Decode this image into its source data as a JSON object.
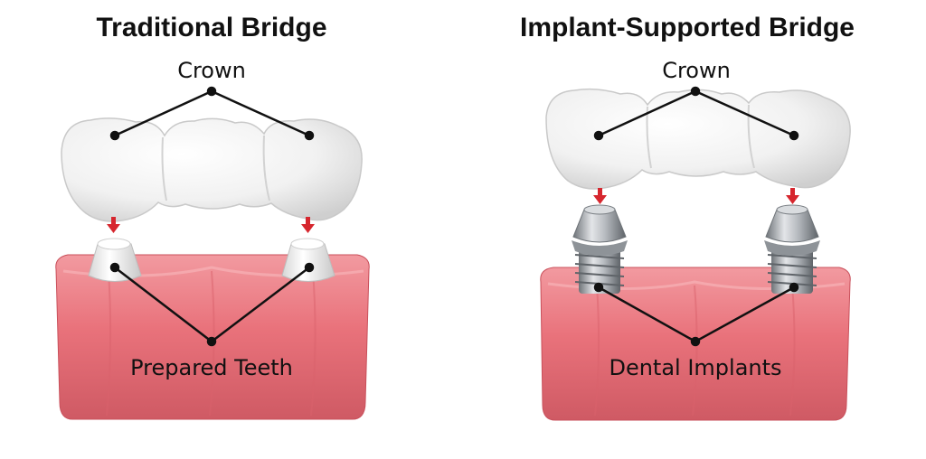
{
  "panels": {
    "left": {
      "title": "Traditional Bridge",
      "top_label": "Crown",
      "bottom_label": "Prepared Teeth"
    },
    "right": {
      "title": "Implant-Supported Bridge",
      "top_label": "Crown",
      "bottom_label": "Dental Implants"
    }
  },
  "colors": {
    "gum": "#e9727b",
    "gum_dark": "#c9505b",
    "tooth": "#f4f4f4",
    "arrow": "#d6262e",
    "line": "#111111",
    "metal": "#a9adb2"
  }
}
